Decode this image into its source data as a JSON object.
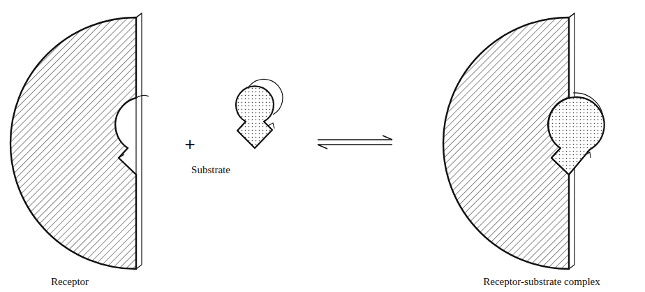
{
  "diagram": {
    "labels": [
      "+",
      "Substrate",
      "Receptor",
      "Receptor-substrate complex"
    ]
  }
}
